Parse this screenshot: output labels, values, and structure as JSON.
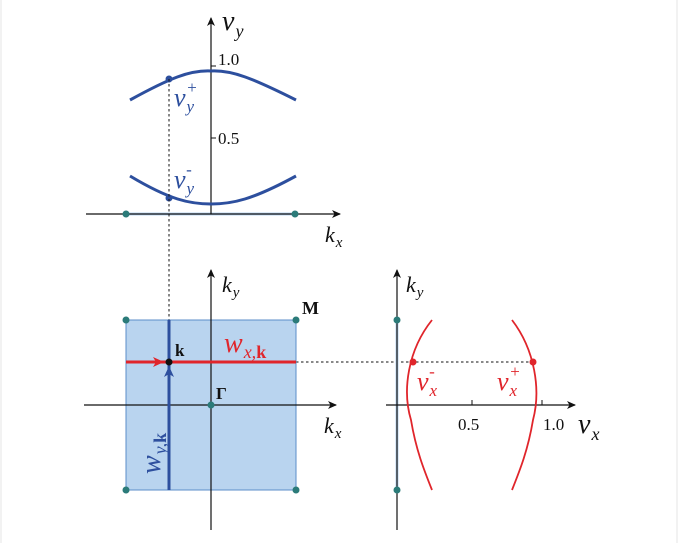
{
  "colors": {
    "blue_curve": "#2d4f9e",
    "red_curve": "#e0252b",
    "fill": "#b9d4ef",
    "fill_stroke": "#5b8ec9",
    "light_line": "#b9d6f2",
    "teal_dot": "#2b7b79",
    "axis": "#111111"
  },
  "top_plot": {
    "y_axis_label": {
      "base": "v",
      "sub": "y"
    },
    "x_axis_label": {
      "base": "k",
      "sub": "x"
    },
    "tick_1": "1.0",
    "tick_05": "0.5",
    "upper_label": {
      "base": "v",
      "sub": "y",
      "sup": "+"
    },
    "lower_label": {
      "base": "v",
      "sub": "y",
      "sup": "-"
    }
  },
  "bz_plot": {
    "y_axis_label": {
      "base": "k",
      "sub": "y"
    },
    "x_axis_label": {
      "base": "k",
      "sub": "x"
    },
    "corner_label": "M",
    "center_label": "Γ",
    "point_label": "k",
    "wx_label": {
      "base": "w",
      "sub": "x,",
      "sub_bold": "k"
    },
    "wy_label": {
      "base": "w",
      "sub": "y,",
      "sub_bold": "k"
    }
  },
  "right_plot": {
    "y_axis_label": {
      "base": "k",
      "sub": "y"
    },
    "x_axis_label": {
      "base": "v",
      "sub": "x"
    },
    "tick_05": "0.5",
    "tick_1": "1.0",
    "left_label": {
      "base": "v",
      "sub": "x",
      "sup": "-"
    },
    "right_label": {
      "base": "v",
      "sub": "x",
      "sup": "+"
    }
  }
}
